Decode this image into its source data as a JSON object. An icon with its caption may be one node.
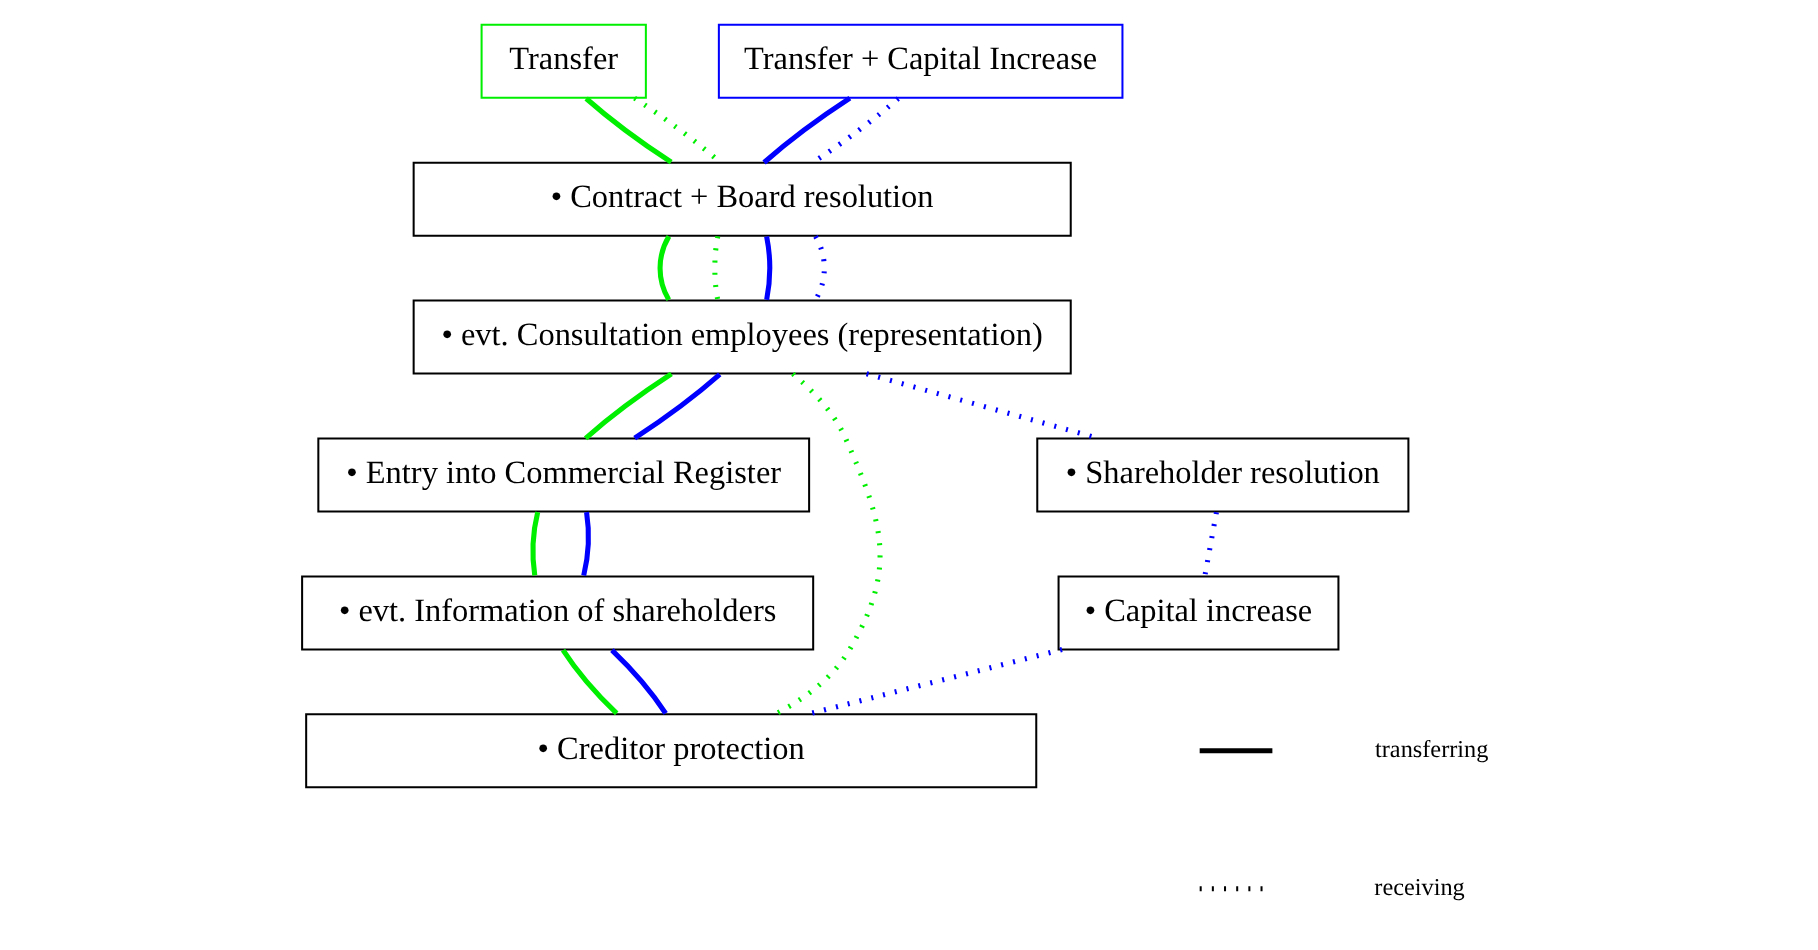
{
  "diagram": {
    "nodes": [
      {
        "text": [
          "Transfer"
        ]
      },
      {
        "text": [
          "Transfer + Capital Increase"
        ]
      },
      {
        "text": [
          "• Contract + Board resolution"
        ]
      },
      {
        "text": [
          "• evt. Consultation employees (representation)"
        ]
      },
      {
        "text": [
          "• Entry into Commercial Register"
        ]
      },
      {
        "text": [
          "• Shareholder resolution"
        ]
      },
      {
        "text": [
          "• Capital increase"
        ]
      },
      {
        "text": [
          "• evt. Information of shareholders"
        ]
      },
      {
        "text": [
          "• Creditor protection"
        ]
      }
    ],
    "edges": [
      {
        "from": 0,
        "to": 2,
        "arrow": "none",
        "color": "#00ee00"
      },
      {
        "from": 2,
        "to": 3,
        "arrow": "none",
        "color": "#00ee00"
      },
      {
        "from": 3,
        "to": 4,
        "arrow": "none",
        "color": "#00ee00"
      },
      {
        "from": 4,
        "to": 7,
        "arrow": "none",
        "color": "#00ee00"
      },
      {
        "from": 7,
        "to": 8,
        "arrow": "none",
        "color": "#00ee00"
      },
      {
        "from": 0,
        "to": 2,
        "arrow": "none",
        "style": "dashed",
        "color": "#00ee00"
      },
      {
        "from": 2,
        "to": 3,
        "arrow": "none",
        "style": "dashed",
        "color": "#00ee00"
      },
      {
        "from": 3,
        "to": 8,
        "arrow": "none",
        "style": "dashed",
        "color": "#00ee00"
      },
      {
        "from": 1,
        "to": 2,
        "arrow": "none",
        "color": "#0000ff"
      },
      {
        "from": 2,
        "to": 3,
        "arrow": "none",
        "color": "#0000ff"
      },
      {
        "from": 3,
        "to": 4,
        "arrow": "none",
        "color": "#0000ff"
      },
      {
        "from": 4,
        "to": 7,
        "arrow": "none",
        "color": "#0000ff"
      },
      {
        "from": 7,
        "to": 8,
        "arrow": "none",
        "color": "#0000ff"
      },
      {
        "from": 1,
        "to": 2,
        "arrow": "none",
        "style": "dashed",
        "color": "#0000ff"
      },
      {
        "from": 2,
        "to": 3,
        "arrow": "none",
        "style": "dashed",
        "color": "#0000ff"
      },
      {
        "from": 3,
        "to": 5,
        "arrow": "none",
        "style": "dashed",
        "color": "#0000ff"
      },
      {
        "from": 5,
        "to": 6,
        "arrow": "none",
        "style": "dashed",
        "color": "#0000ff"
      },
      {
        "from": 6,
        "to": 8,
        "arrow": "none",
        "style": "dashed",
        "color": "#0000ff"
      }
    ],
    "legend": [
      {
        "text": "transferring"
      },
      {
        "text": "receiving"
      }
    ]
  }
}
